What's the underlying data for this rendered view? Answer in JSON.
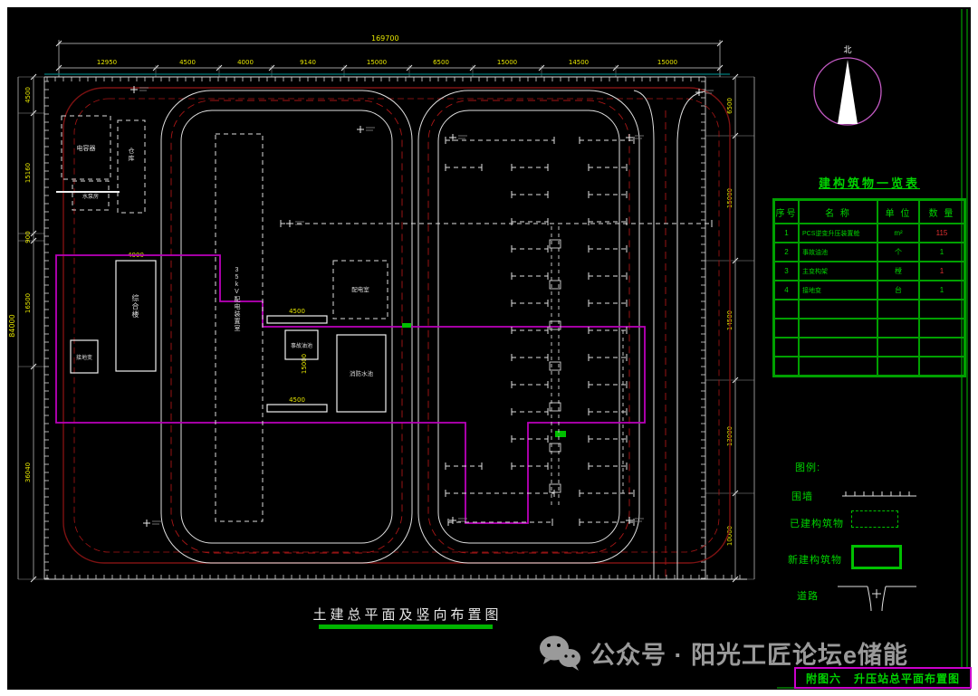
{
  "north": {
    "label": "北"
  },
  "table": {
    "title": "建构筑物一览表",
    "headers": [
      "序号",
      "名  称",
      "单 位",
      "数 量"
    ],
    "rows": [
      {
        "no": "1",
        "name": "PCS逆变升压装置舱",
        "unit": "m²",
        "qty": "115"
      },
      {
        "no": "2",
        "name": "事故油池",
        "unit": "个",
        "qty": "1"
      },
      {
        "no": "3",
        "name": "主变构架",
        "unit": "樘",
        "qty": "1"
      },
      {
        "no": "4",
        "name": "接地变",
        "unit": "台",
        "qty": "1"
      }
    ]
  },
  "legend": {
    "title": "图例:",
    "wall": "围墙",
    "existing": "已建构筑物",
    "new_build": "新建构筑物",
    "road": "道路"
  },
  "plan": {
    "title": "土建总平面及竖向布置图",
    "buildings": {
      "capacitor": "电容器",
      "warehouse": "仓库",
      "pump_house": "水泵房",
      "hv_switch_room": "35kV配电装置室",
      "dist_room": "配电室",
      "main_building": "综合楼",
      "ground_transformer": "接地变",
      "fire_pool": "消防水池",
      "oil_pit": "事故油池"
    },
    "dims": {
      "top_total": "169700",
      "top_segments": [
        "12950",
        "4500",
        "4000",
        "9140",
        "15000",
        "6500",
        "15000",
        "14500",
        "15000"
      ],
      "left_total": "84000",
      "left_segments": [
        "4500",
        "15160",
        "900",
        "16500",
        "36040"
      ],
      "right_segments": [
        "6500",
        "15000",
        "14500",
        "13000",
        "10000"
      ],
      "inner": {
        "bldg_width": "4000",
        "bar_top": "4500",
        "bar_bottom": "4500",
        "vertical": "15000"
      }
    }
  },
  "footer": {
    "figure_no": "附图六",
    "figure_title": "升压站总平面布置图"
  },
  "watermark": {
    "text": "公众号 · 阳光工匠论坛e储能"
  }
}
